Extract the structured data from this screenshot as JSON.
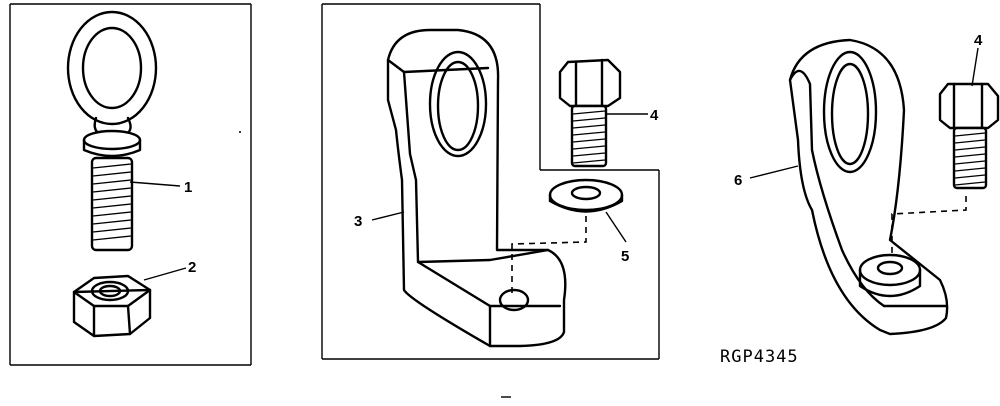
{
  "callouts": {
    "c1": "1",
    "c2": "2",
    "c3": "3",
    "c4a": "4",
    "c5": "5",
    "c6": "6",
    "c4b": "4"
  },
  "figure_code": "RGP4345"
}
